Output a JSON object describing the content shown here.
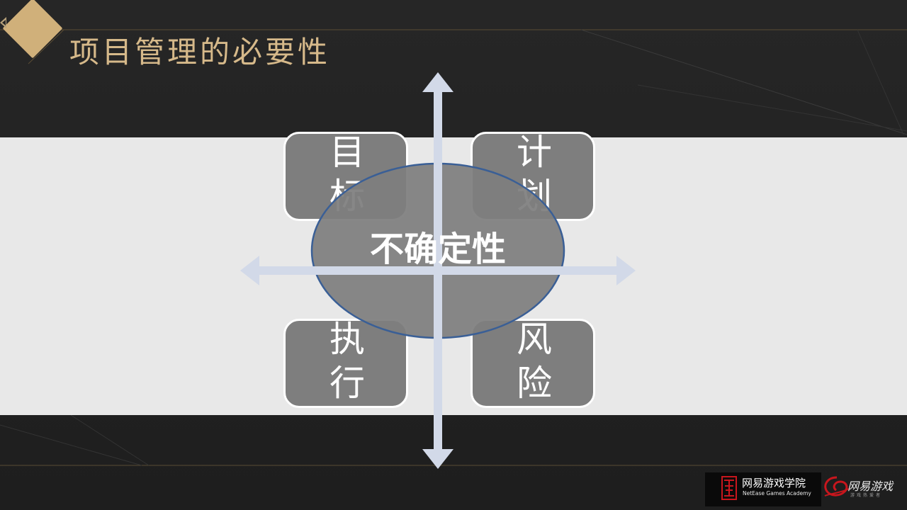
{
  "slide": {
    "title": "项目管理的必要性",
    "center_label": "不确定性",
    "quadrants": {
      "top_left": "目\n标",
      "top_right": "计\n划",
      "bottom_left": "执\n行",
      "bottom_right": "风\n险"
    }
  },
  "footer": {
    "academy_cn": "网易游戏学院",
    "academy_en": "NetEase Games Academy",
    "brand_cn": "网易游戏",
    "brand_sub": "游戏热爱者"
  },
  "colors": {
    "title_gold": "#d6b98a",
    "diamond_gold": "#d0b07a",
    "band_gray": "#e8e8e8",
    "box_gray": "#7e7e7e",
    "axis_blue": "#d2d9e8",
    "ellipse_stroke": "#3a5f96",
    "seal_red": "#c8161d"
  },
  "icons": {
    "corner_decoration": "gold-diamond-icon",
    "nav_back": "triangle-left-icon",
    "academy_logo": "academy-seal-icon",
    "brand_logo": "netease-swirl-icon"
  }
}
